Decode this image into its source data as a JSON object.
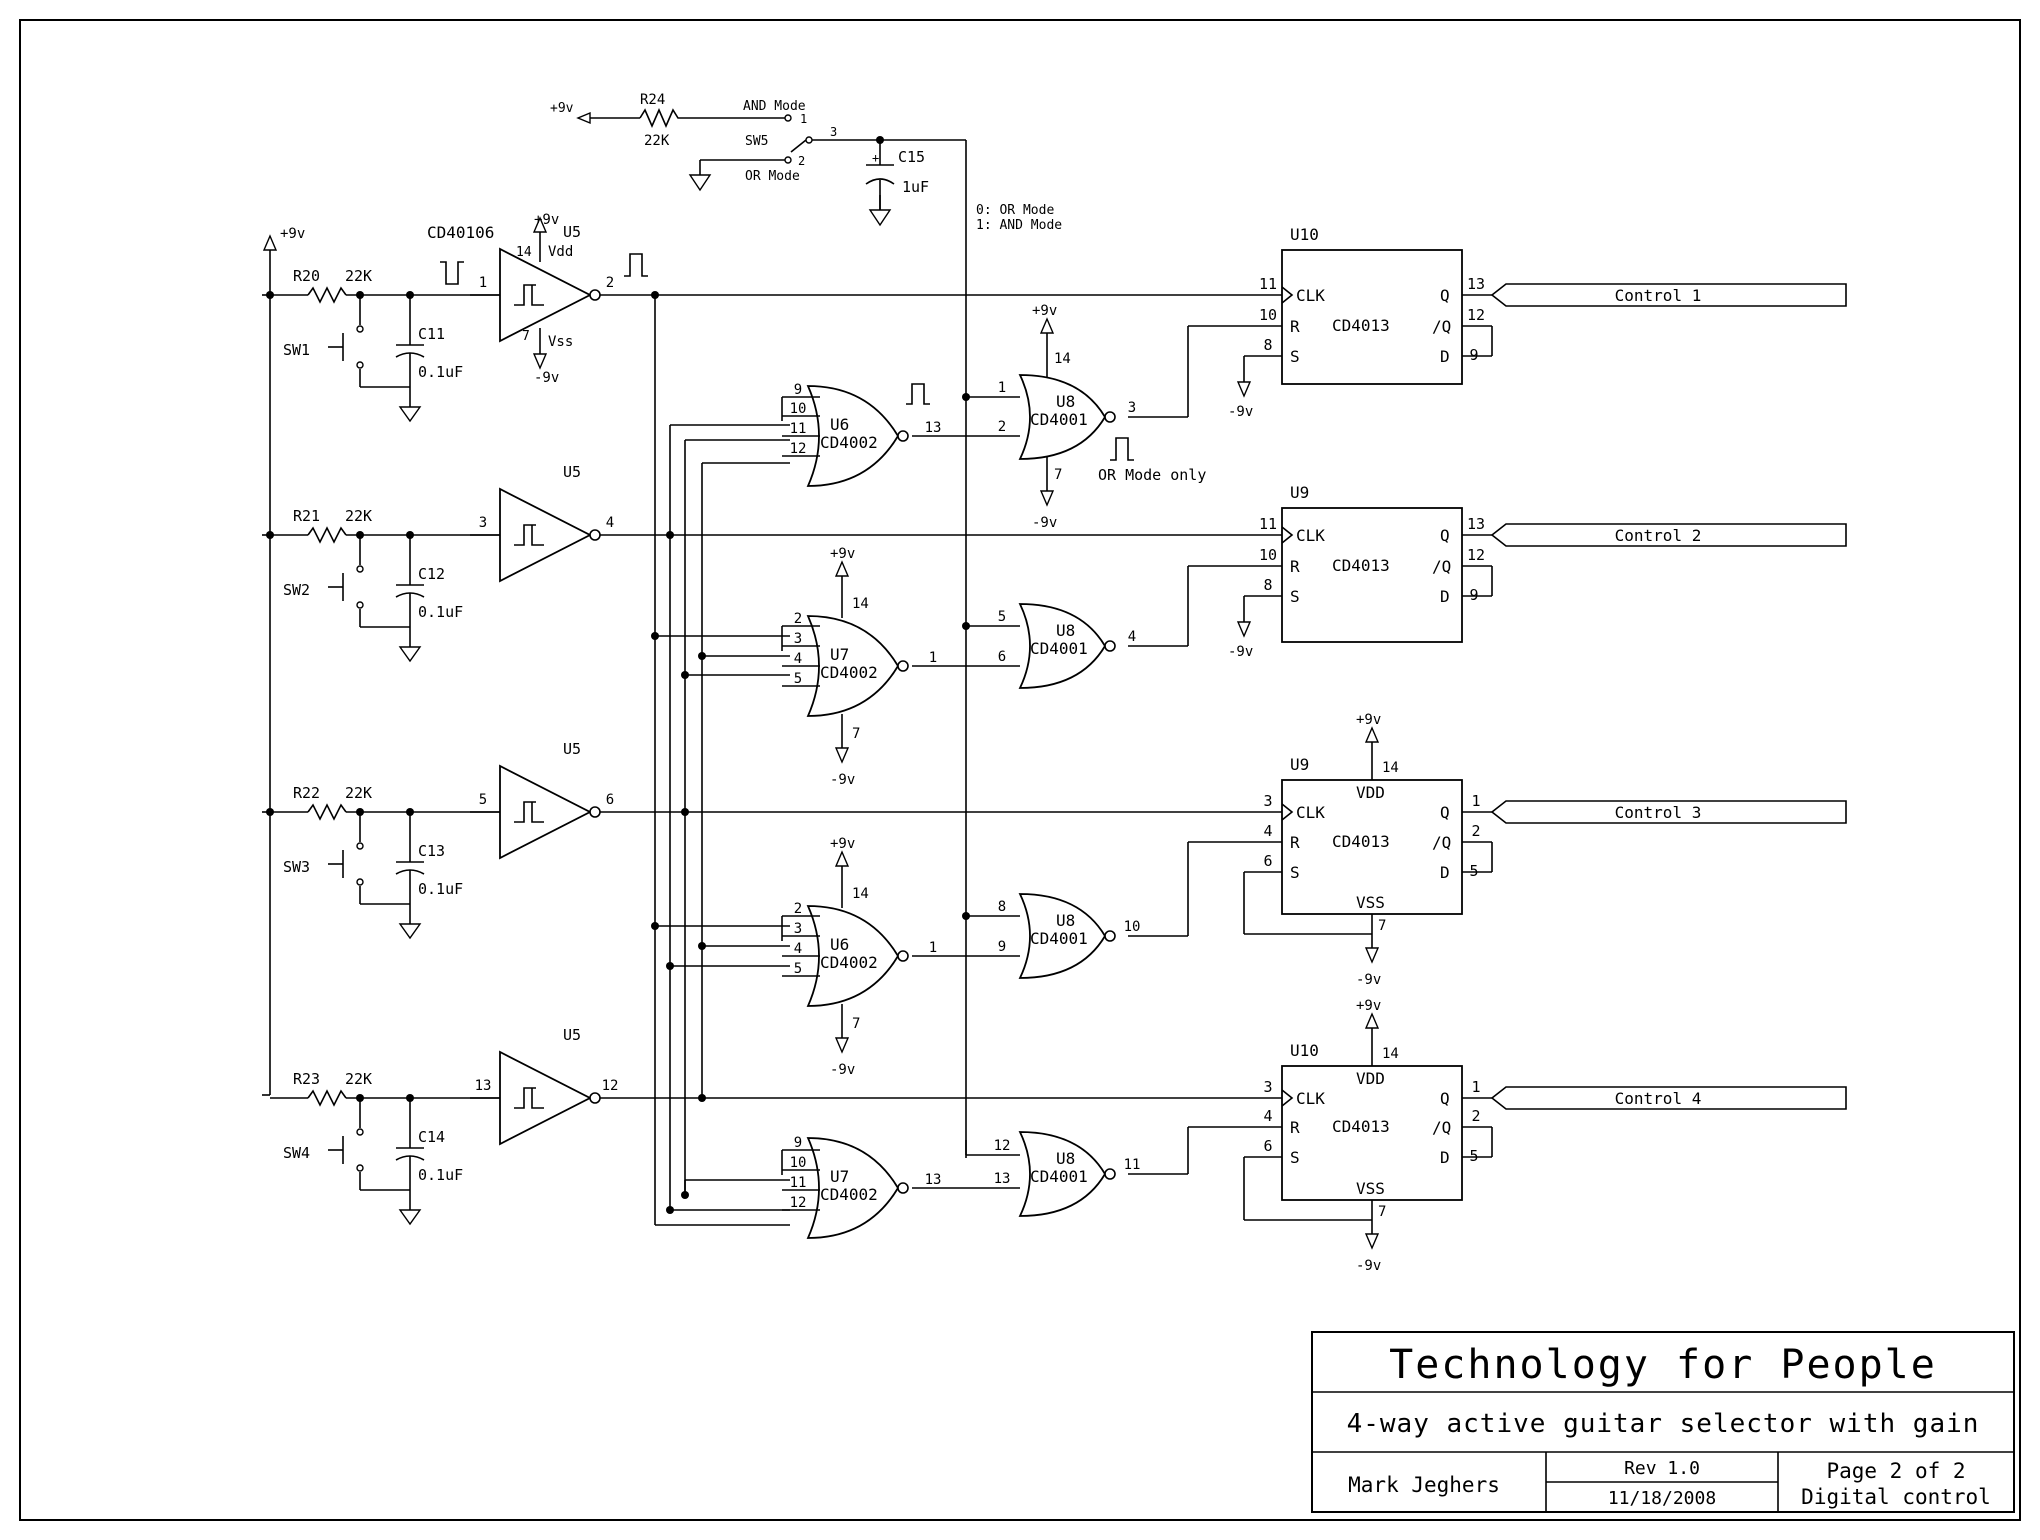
{
  "title_block": {
    "company": "Technology for People",
    "project": "4-way active guitar selector with gain",
    "author": "Mark Jeghers",
    "revision": "Rev 1.0",
    "date": "11/18/2008",
    "page": "Page 2 of 2",
    "sheet_name": "Digital control"
  },
  "supply": {
    "positive": "+9v",
    "negative": "-9v"
  },
  "mode_select": {
    "resistor_ref": "R24",
    "resistor_value": "22K",
    "switch_ref": "SW5",
    "and_label": "AND Mode",
    "and_pin": "1",
    "or_label": "OR Mode",
    "or_pin": "2",
    "common_pin": "3",
    "cap_ref": "C15",
    "cap_value": "1uF",
    "note_line1": "0: OR Mode",
    "note_line2": "1: AND Mode"
  },
  "inputs": [
    {
      "resistor": "R20",
      "value": "22K",
      "switch": "SW1",
      "cap": "C11",
      "cap_value": "0.1uF",
      "pin_in": "1",
      "pin_out": "2"
    },
    {
      "resistor": "R21",
      "value": "22K",
      "switch": "SW2",
      "cap": "C12",
      "cap_value": "0.1uF",
      "pin_in": "3",
      "pin_out": "4"
    },
    {
      "resistor": "R22",
      "value": "22K",
      "switch": "SW3",
      "cap": "C13",
      "cap_value": "0.1uF",
      "pin_in": "5",
      "pin_out": "6"
    },
    {
      "resistor": "R23",
      "value": "22K",
      "switch": "SW4",
      "cap": "C14",
      "cap_value": "0.1uF",
      "pin_in": "13",
      "pin_out": "12"
    }
  ],
  "schmitt": {
    "ref": "U5",
    "part": "CD40106",
    "vdd_label": "Vdd",
    "vss_label": "Vss",
    "vdd_pin": "14",
    "vss_pin": "7"
  },
  "nor4_gates": [
    {
      "ref": "U6",
      "part": "CD4002",
      "pins": [
        "9",
        "10",
        "11",
        "12"
      ],
      "out": "13"
    },
    {
      "ref": "U7",
      "part": "CD4002",
      "pins": [
        "2",
        "3",
        "4",
        "5"
      ],
      "out": "1",
      "vdd_pin": "14",
      "vss_pin": "7"
    },
    {
      "ref": "U6",
      "part": "CD4002",
      "pins": [
        "2",
        "3",
        "4",
        "5"
      ],
      "out": "1",
      "vdd_pin": "14",
      "vss_pin": "7"
    },
    {
      "ref": "U7",
      "part": "CD4002",
      "pins": [
        "9",
        "10",
        "11",
        "12"
      ],
      "out": "13"
    }
  ],
  "nor2_gates": [
    {
      "ref": "U8",
      "part": "CD4001",
      "in1": "1",
      "in2": "2",
      "out": "3",
      "vdd_pin": "14",
      "vss_pin": "7"
    },
    {
      "ref": "U8",
      "part": "CD4001",
      "in1": "5",
      "in2": "6",
      "out": "4"
    },
    {
      "ref": "U8",
      "part": "CD4001",
      "in1": "8",
      "in2": "9",
      "out": "10"
    },
    {
      "ref": "U8",
      "part": "CD4001",
      "in1": "12",
      "in2": "13",
      "out": "11"
    }
  ],
  "or_mode_only": "OR Mode only",
  "flipflops": [
    {
      "ref": "U10",
      "part": "CD4013",
      "clk_pin": "11",
      "r_pin": "10",
      "s_pin": "8",
      "q_pin": "13",
      "qn_pin": "12",
      "d_pin": "9",
      "control": "Control 1"
    },
    {
      "ref": "U9",
      "part": "CD4013",
      "clk_pin": "11",
      "r_pin": "10",
      "s_pin": "8",
      "q_pin": "13",
      "qn_pin": "12",
      "d_pin": "9",
      "control": "Control 2"
    },
    {
      "ref": "U9",
      "part": "CD4013",
      "clk_pin": "3",
      "r_pin": "4",
      "s_pin": "6",
      "q_pin": "1",
      "qn_pin": "2",
      "d_pin": "5",
      "vdd_pin": "14",
      "vss_pin": "7",
      "control": "Control 3"
    },
    {
      "ref": "U10",
      "part": "CD4013",
      "clk_pin": "3",
      "r_pin": "4",
      "s_pin": "6",
      "q_pin": "1",
      "qn_pin": "2",
      "d_pin": "5",
      "vdd_pin": "14",
      "vss_pin": "7",
      "control": "Control 4"
    }
  ],
  "ff_labels": {
    "clk": "CLK",
    "r": "R",
    "s": "S",
    "q": "Q",
    "qn": "/Q",
    "d": "D",
    "vdd": "VDD",
    "vss": "VSS"
  }
}
